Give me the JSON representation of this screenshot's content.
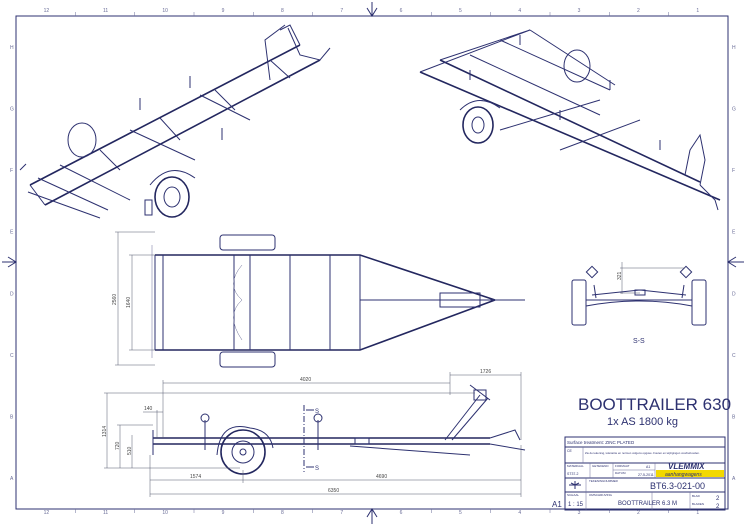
{
  "sheet": {
    "size": "A1",
    "column_zones": [
      "12",
      "11",
      "10",
      "9",
      "8",
      "7",
      "6",
      "5",
      "4",
      "3",
      "2",
      "1"
    ],
    "row_zones": [
      "H",
      "G",
      "F",
      "E",
      "D",
      "C",
      "B",
      "A"
    ]
  },
  "title": {
    "main": "BOOTTRAILER 630",
    "sub": "1x AS 1800 kg"
  },
  "title_block": {
    "surface_treatment": "Surface treatment: ZINC PLATED",
    "notes_label": "CE",
    "notes": "Zie de tekening, tolerantie en normen volgens opgave. Fouten en wijzigingen voorbehouden.",
    "material_label": "MATERIAAL",
    "material_value": "ST37-2",
    "drawn_label": "GETEKEND",
    "date_label": "DATUM",
    "date": "27-5-2011",
    "sheet_format_label": "FORMAAT",
    "sheet_format": "A1",
    "company_name": "VLEMMIX",
    "company_sub": "aanhangwagens",
    "drawing_number_label": "TEKENINGNUMMER",
    "drawing_number": "BT6.3-021-00",
    "scale_label": "SCHAAL",
    "scale": "1 : 15",
    "designation_label": "OMSCHRIJVING",
    "designation": "BOOTTRAILER 6.3 M",
    "sheet_label": "BLAD",
    "sheet_no": "2",
    "sheets_label": "BLADEN",
    "sheets_total": "2"
  },
  "views": {
    "section_label": "S-S",
    "section_marker": "S"
  },
  "dimensions": {
    "top_view_overall_width": "2560",
    "top_view_frame_width": "1640",
    "side_length_to_winch": "4020",
    "side_winch_offset": "1726",
    "side_overall_height": "1314",
    "side_rear_offset": "140",
    "side_frame_height": "720",
    "side_axle_height": "510",
    "side_rear_to_axle": "1574",
    "side_axle_to_hitch": "4690",
    "side_overall_length": "6350",
    "section_roller_height": "321"
  },
  "colors": {
    "line": "#2d3170",
    "brand_yellow": "#f2d800",
    "brand_blue": "#1f3c9e"
  }
}
